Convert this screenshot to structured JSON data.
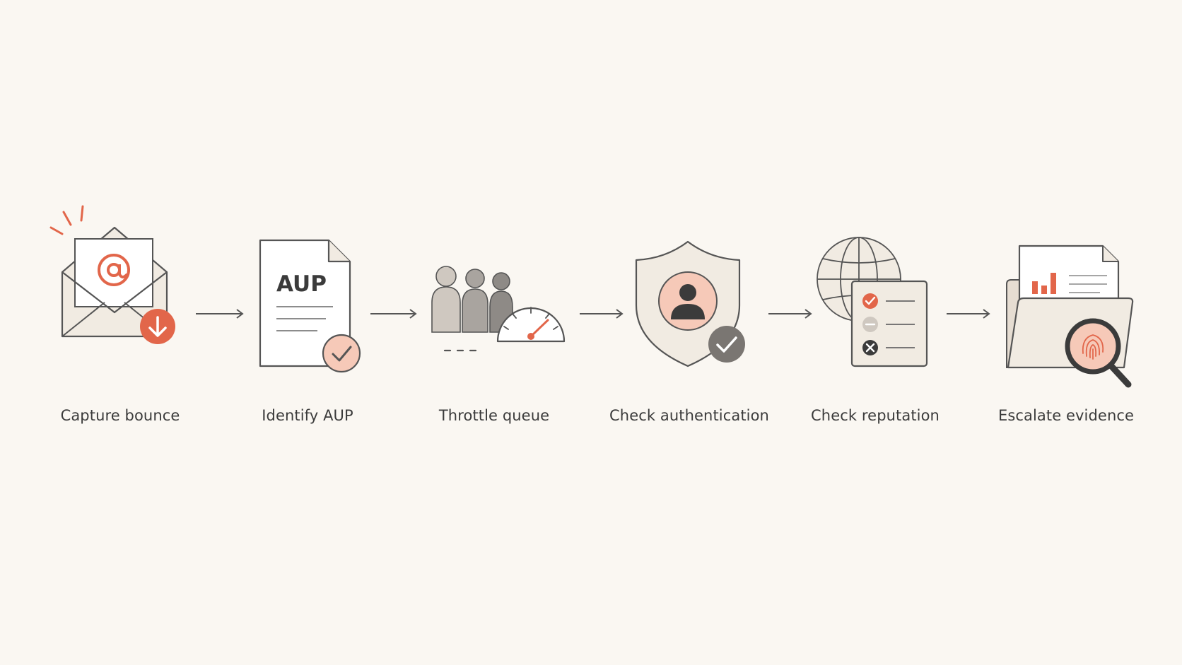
{
  "colors": {
    "background": "#faf7f2",
    "accent": "#e2664a",
    "accent_soft": "#f6c9b8",
    "stroke": "#555555",
    "fill_light": "#f1ebe2",
    "gray_dark": "#8e8a86",
    "gray_mid": "#a9a49f",
    "gray_light": "#cfc8c0"
  },
  "steps": [
    {
      "label": "Capture bounce",
      "icon": "envelope-bounce-icon"
    },
    {
      "label": "Identify AUP",
      "icon": "aup-document-icon",
      "doc_text": "AUP"
    },
    {
      "label": "Throttle queue",
      "icon": "throttle-queue-icon"
    },
    {
      "label": "Check authentication",
      "icon": "shield-user-icon"
    },
    {
      "label": "Check reputation",
      "icon": "globe-checklist-icon"
    },
    {
      "label": "Escalate evidence",
      "icon": "evidence-folder-icon"
    }
  ],
  "connectors": [
    "arrow-right-icon",
    "arrow-right-icon",
    "arrow-right-icon",
    "arrow-right-icon",
    "arrow-right-icon"
  ]
}
